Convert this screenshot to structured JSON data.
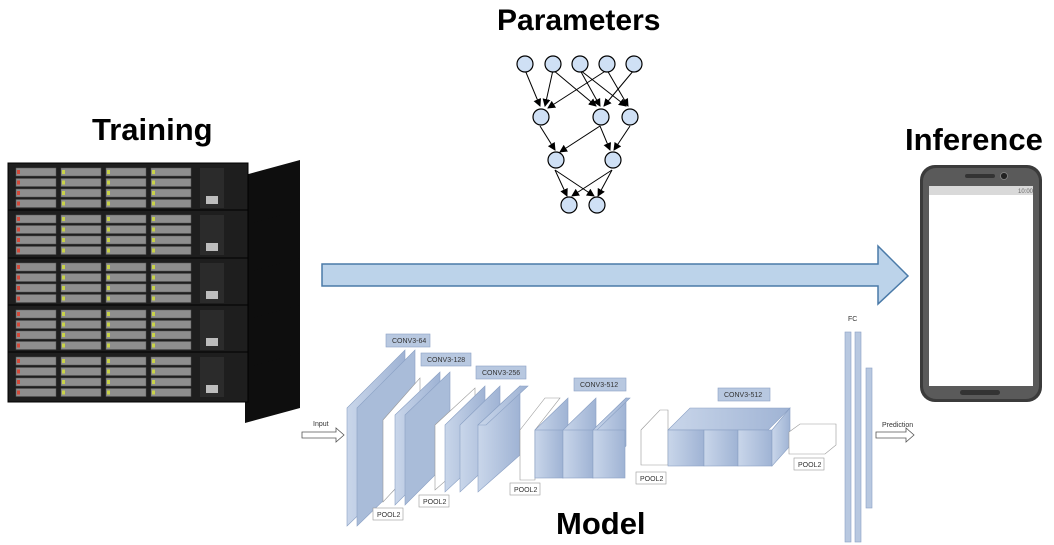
{
  "labels": {
    "parameters": "Parameters",
    "training": "Training",
    "inference": "Inference",
    "model": "Model"
  },
  "model_diagram": {
    "input": "Input",
    "prediction": "Prediction",
    "fc": "FC",
    "conv_blocks": [
      "CONV3-64",
      "CONV3-128",
      "CONV3-256",
      "CONV3-512",
      "CONV3-512"
    ],
    "pool_labels": [
      "POOL2",
      "POOL2",
      "POOL2",
      "POOL2",
      "POOL2"
    ]
  },
  "phone_status": "10:00",
  "colors": {
    "arrow_fill": "#bcd3ea",
    "arrow_stroke": "#4a7aa8",
    "node_fill": "#cfe0f5",
    "layer_fill": "#b8c8e0",
    "server_body": "#1e1e1e"
  }
}
